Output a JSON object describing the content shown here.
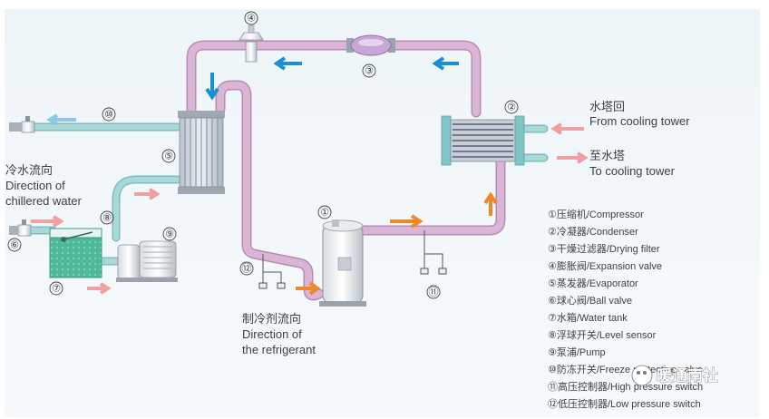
{
  "colors": {
    "refrigerant_pipe": "#dcb4d6",
    "refrigerant_edge": "#b48eb0",
    "water_pipe": "#a8d8d8",
    "water_edge": "#7fbcbc",
    "flow_blue": "#1a8fd6",
    "flow_orange": "#f0882a",
    "flow_pink": "#f0a0a0",
    "tank_green": "#4db89a"
  },
  "components": [
    {
      "no": "①",
      "name": "compressor"
    },
    {
      "no": "②",
      "name": "condenser"
    },
    {
      "no": "③",
      "name": "drying-filter"
    },
    {
      "no": "④",
      "name": "expansion-valve"
    },
    {
      "no": "⑤",
      "name": "evaporator"
    },
    {
      "no": "⑥",
      "name": "ball-valve"
    },
    {
      "no": "⑦",
      "name": "water-tank"
    },
    {
      "no": "⑧",
      "name": "level-sensor"
    },
    {
      "no": "⑨",
      "name": "pump"
    },
    {
      "no": "⑩",
      "name": "antifreeze-switch"
    },
    {
      "no": "⑪",
      "name": "high-pressure-switch"
    },
    {
      "no": "⑫",
      "name": "low-pressure-switch"
    }
  ],
  "labels": {
    "from_tower_cn": "水塔回",
    "from_tower_en": "From cooling tower",
    "to_tower_cn": "至水塔",
    "to_tower_en": "To cooling tower",
    "chilled_cn": "冷水流向",
    "chilled_en1": "Direction of",
    "chilled_en2": "chillered water",
    "refrig_cn": "制冷剂流向",
    "refrig_en1": "Direction of",
    "refrig_en2": "the refrigerant"
  },
  "legend": [
    "①压缩机/Compressor",
    "②冷凝器/Condenser",
    "③干燥过滤器/Drying filter",
    "④膨胀阀/Expansion valve",
    "⑤蒸发器/Evaporator",
    "⑥球心阀/Ball valve",
    "⑦水箱/Water tank",
    "⑧浮球开关/Level sensor",
    "⑨泵浦/Pump",
    "⑩防冻开关/Freeze protective valve",
    "⑪高压控制器/High pressure switch",
    "⑫低压控制器/Low pressure switch"
  ],
  "watermark": "暖通南社"
}
